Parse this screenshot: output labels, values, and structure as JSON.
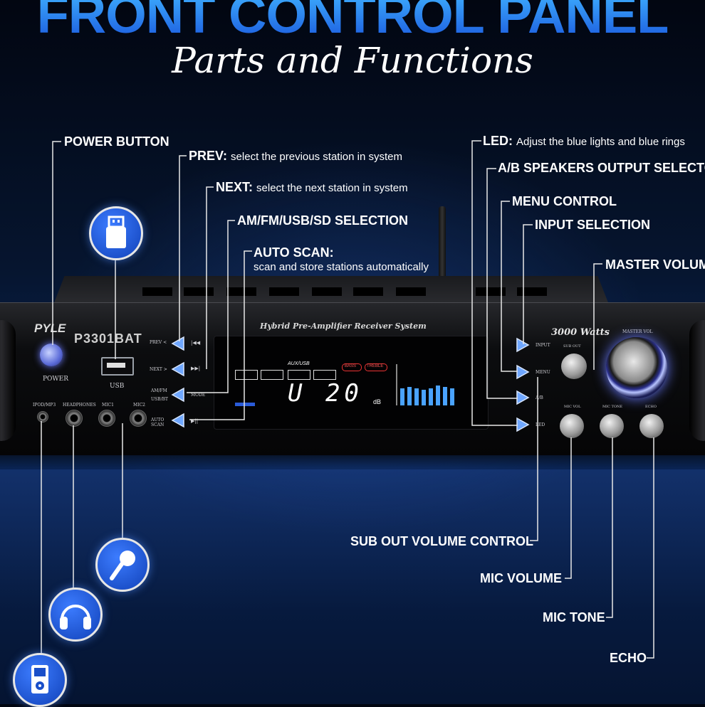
{
  "header": {
    "title": "FRONT CONTROL PANEL",
    "subtitle": "Parts and Functions"
  },
  "labels": {
    "power": "POWER BUTTON",
    "prev_title": "PREV:",
    "prev_desc": "select the previous station in system",
    "next_title": "NEXT:",
    "next_desc": "select the next station in system",
    "amfm": "AM/FM/USB/SD SELECTION",
    "auto_scan_title": "AUTO SCAN:",
    "auto_scan_desc": "scan and store stations automatically",
    "led_title": "LED:",
    "led_desc": "Adjust the blue lights and blue rings",
    "ab_speakers": "A/B SPEAKERS OUTPUT SELECTOR",
    "menu_control": "MENU CONTROL",
    "input_selection": "INPUT SELECTION",
    "master_volume": "MASTER VOLUM",
    "sub_out": "SUB OUT VOLUME CONTROL",
    "mic_volume": "MIC VOLUME",
    "mic_tone": "MIC TONE",
    "echo": "ECHO"
  },
  "device": {
    "brand": "PYLE",
    "model": "P3301BAT",
    "product_name": "Hybrid Pre-Amplifier Receiver System",
    "wattage": "3000 Watts",
    "power_label": "POWER",
    "usb_label": "USB",
    "master_vol_label": "MASTER VOL",
    "sub_out_label": "SUB OUT",
    "left_button_labels": [
      "PREV <",
      "NEXT >",
      "AM/FM",
      "USB/BT",
      "AUTO SCAN"
    ],
    "left_button_right_labels": [
      "|◀◀",
      "▶▶|",
      "MODE",
      "▶||"
    ],
    "right_button_labels": [
      "INPUT",
      "MENU",
      "A/B",
      "LED"
    ],
    "jack_labels": [
      "IPOD/MP3",
      "HEADPHONES",
      "MIC1",
      "MIC2"
    ],
    "knob_labels": [
      "MIC VOL",
      "MIC TONE",
      "ECHO"
    ],
    "display": {
      "source": "AUX/USB",
      "bass": "BASS",
      "treble": "TREBLE",
      "main_readout": "U  20",
      "unit": "dB"
    }
  },
  "icons": [
    "usb-icon",
    "microphone-icon",
    "headphones-icon",
    "ipod-icon"
  ],
  "colors": {
    "accent_blue": "#2f7bff",
    "title_gradient_top": "#3fb0ff",
    "title_gradient_bottom": "#1d5fe0"
  }
}
